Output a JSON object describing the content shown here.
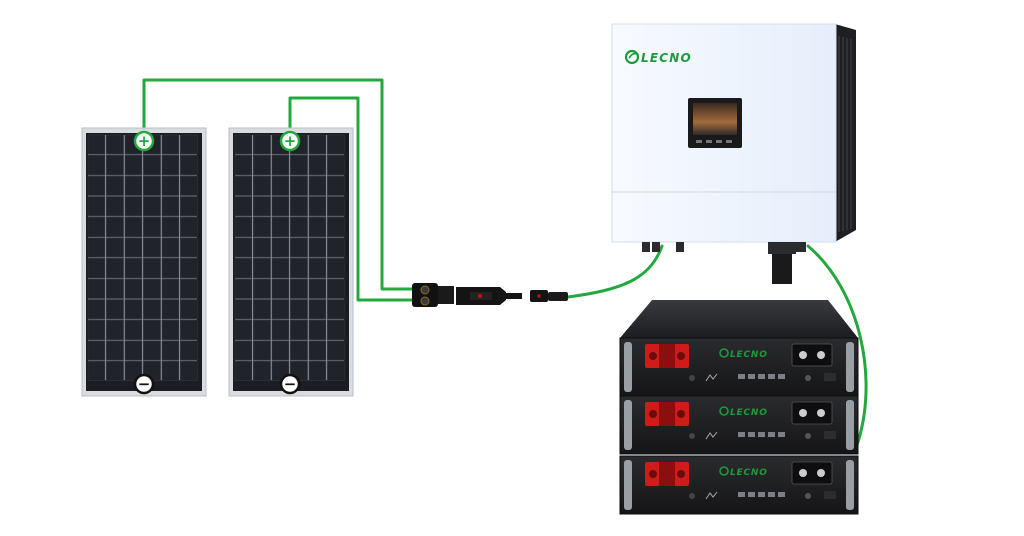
{
  "brand": {
    "logo_text": "LECNO",
    "brand_color": "#1f9a3a"
  },
  "colors": {
    "wire": "#22a83c",
    "panel_frame": "#d9dde2",
    "cell": "#1b1d22",
    "inverter_body": "#f1f6ff",
    "battery_body": "#1a1a1c",
    "terminal_red": "#d11a1a"
  },
  "solar_panels": [
    {
      "positive_symbol": "+",
      "negative_symbol": "−"
    },
    {
      "positive_symbol": "+",
      "negative_symbol": "−"
    }
  ],
  "inverter": {
    "logo_text": "LECNO"
  },
  "batteries": [
    {
      "logo_text": "LECNO"
    },
    {
      "logo_text": "LECNO"
    },
    {
      "logo_text": "LECNO"
    }
  ],
  "icons": {
    "positive": "plus-terminal-icon",
    "negative": "minus-terminal-icon",
    "connector": "mc4-branch-connector-icon",
    "fuse": "inline-fuse-icon"
  }
}
